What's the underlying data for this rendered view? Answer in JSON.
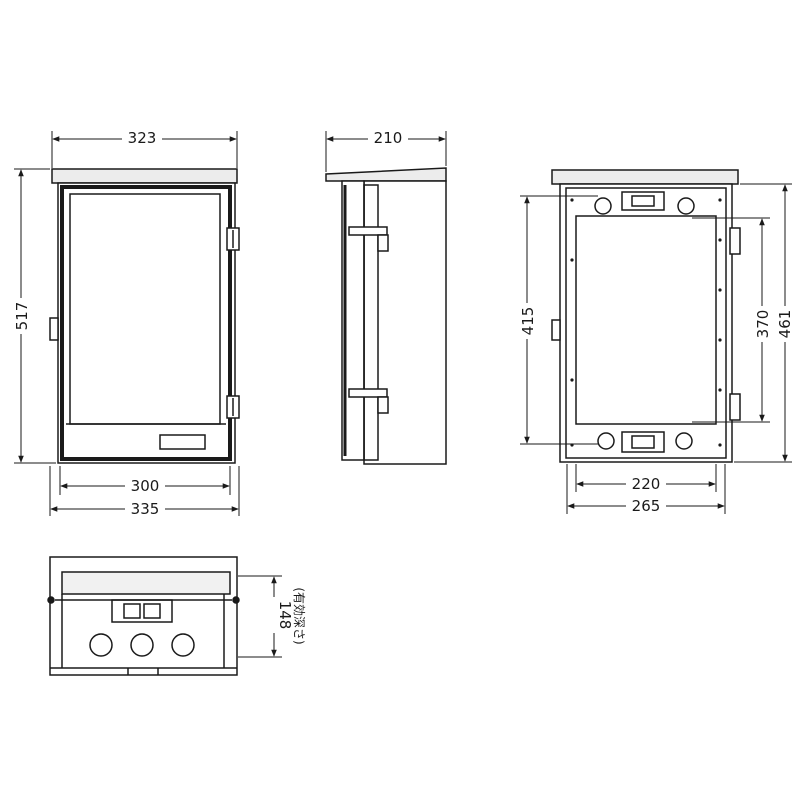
{
  "front_view": {
    "dim_top_width": "323",
    "dim_height": "517",
    "dim_inner_width": "300",
    "dim_outer_width": "335"
  },
  "side_view": {
    "dim_depth": "210"
  },
  "back_view": {
    "dim_inner_height": "415",
    "dim_mount_height": "370",
    "dim_outer_height": "461",
    "dim_mount_width": "220",
    "dim_outer_width": "265"
  },
  "top_view": {
    "dim_depth": "148",
    "effective_depth_note": "(有効深さ)"
  },
  "colors": {
    "line": "#1a1a1a",
    "body_fill": "#ffffff",
    "shade": "#d8d8d8"
  }
}
